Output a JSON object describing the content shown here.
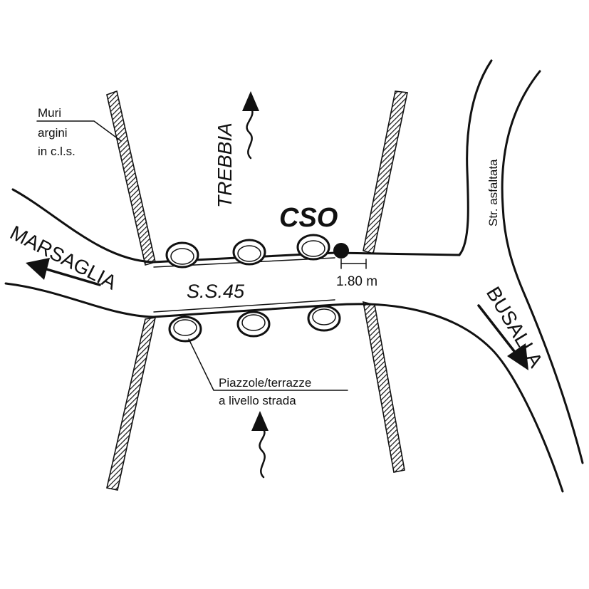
{
  "map": {
    "labels": {
      "walls_line1": "Muri",
      "walls_line2": "argini",
      "walls_line3": "in c.l.s.",
      "river": "TREBBIA",
      "station": "CSO",
      "distance": "1.80 m",
      "road_left": "MARSAGLIA",
      "road_center": "S.S.45",
      "road_right": "BUSALLA",
      "side_road": "Str. asfaltata",
      "platforms_line1": "Piazzole/terrazze",
      "platforms_line2": "a livello strada"
    }
  }
}
